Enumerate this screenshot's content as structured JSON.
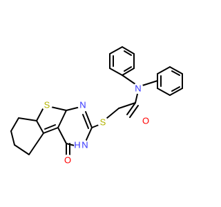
{
  "molecule": {
    "atom_labels": {
      "N_amide": "N",
      "O_amide": "O",
      "S_thioether": "S",
      "S_thiophene": "S",
      "N_ring": "N",
      "NH_ring": "H",
      "N_ring_lower": "N",
      "O_ketone": "O"
    },
    "colors": {
      "bond": "#000000",
      "nitrogen": "#3333ff",
      "oxygen": "#ff0000",
      "sulfur": "#b3b300",
      "background": "#ffffff"
    }
  }
}
